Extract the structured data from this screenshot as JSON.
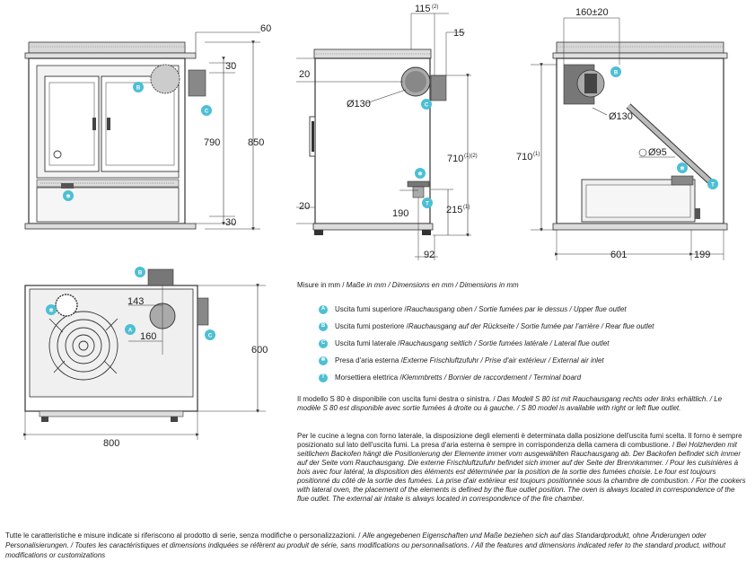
{
  "dimensions": {
    "front_top_offset": "60",
    "front_top_margin": "30",
    "front_inner_height": "790",
    "front_total_height": "850",
    "front_bottom_margin": "30",
    "side_top_offset": "115",
    "side_top_offset_note": "(2)",
    "side_right_offset": "15",
    "side_top_gap": "20",
    "side_flue_diameter": "Ø130",
    "side_height": "710",
    "side_height_note": "(1)(2)",
    "side_bottom_gap": "20",
    "side_inlet_height": "190",
    "side_inlet_offset": "215",
    "side_inlet_offset_note": "(1)",
    "side_inlet_depth": "92",
    "rear_top_width": "160±20",
    "rear_flue_diameter": "Ø130",
    "rear_height": "710",
    "rear_height_note": "(1)",
    "rear_air_diameter": "Ø95",
    "rear_width": "601",
    "rear_right_depth": "199",
    "top_d1": "143",
    "top_d2": "160",
    "top_depth": "600",
    "top_width": "800"
  },
  "badges": {
    "a": "A",
    "b": "B",
    "c": "C",
    "air": "✻",
    "terminal": "T"
  },
  "legend": {
    "units_prefix": "Misure in mm / ",
    "units_rest": "Maße in mm / Dimensions en mm / Dimensions in mm",
    "items": [
      {
        "badge": "A",
        "main": "Uscita fumi superiore / ",
        "rest": "Rauchausgang oben  / Sortie fumées par le dessus / Upper flue outlet"
      },
      {
        "badge": "B",
        "main": "Uscita fumi posteriore / ",
        "rest": "Rauchausgang auf der Rückseite / Sortie fumée par l'arrière / Rear flue outlet"
      },
      {
        "badge": "C",
        "main": "Uscita fumi laterale / ",
        "rest": "Rauchausgang seitlich  / Sortie fumées latérale / Lateral flue outlet"
      },
      {
        "badge": "✻",
        "main": "Presa d'aria esterna / ",
        "rest": "Externe Frischluftzufuhr / Prise d'air extérieur / External air inlet"
      },
      {
        "badge": "T",
        "main": "Morsettiera elettrica / ",
        "rest": "Klemmbretts / Bornier de raccordement / Terminal board"
      }
    ]
  },
  "paragraph1": {
    "main": "Il modello S 80 è disponibile con uscita fumi destra o sinistra. / ",
    "rest": "Das Modell S 80 ist mit Rauchausgang rechts oder links erhältlich. / Le modèle S 80 est disponible avec sortie fumées à droite ou à gauche. / S 80 model is available with right or left flue outlet."
  },
  "paragraph2": {
    "main": "Per le cucine a legna con forno laterale, la disposizione degli elementi è determinata dalla posizione dell'uscita fumi scelta. Il forno è sempre posizionato sul lato dell'uscita fumi. La presa d'aria esterna è sempre in corrispondenza della camera di combustione. / ",
    "rest": "Bei Holzherden mit seitlichem Backofen hängt die Positionierung der Elemente immer vom ausgewählten Rauchausgang ab. Der Backofen befindet sich immer auf der Seite vom Rauchausgang. Die externe Frischluftzufuhr befindet sich immer auf der Seite der Brennkammer. / Pour les cuisinières à bois avec four latéral, la disposition des éléments est déterminée par la position de la sortie des fumées choisie. Le four est toujours positionné du côté de la sortie des fumées. La prise d'air extérieur est toujours positionnée sous la chambre de combustion. / For the cookers with lateral oven, the placement of the elements is defined by the flue outlet position. The oven is always located in correspondence of the flue outlet. The external air intake is always located in correspondence of the fire chamber."
  },
  "footer": {
    "main": "Tutte le caratteristiche e misure indicate si riferiscono al prodotto di serie, senza modifiche o personalizzazioni. / ",
    "rest": "Alle angegebenen Eigenschaften und Maße beziehen sich auf das Standardprodukt, ohne Änderungen oder Personalisierungen. / Toutes les caractéristiques et dimensions indiquées se réfèrent au produit de série, sans modifications ou personnalisations. / All the features and dimensions indicated refer to the standard product, without modifications or customizations"
  },
  "colors": {
    "badge": "#4dbfd4",
    "line": "#333333",
    "panel": "#e9e9e9",
    "dark": "#4a4a4a"
  }
}
